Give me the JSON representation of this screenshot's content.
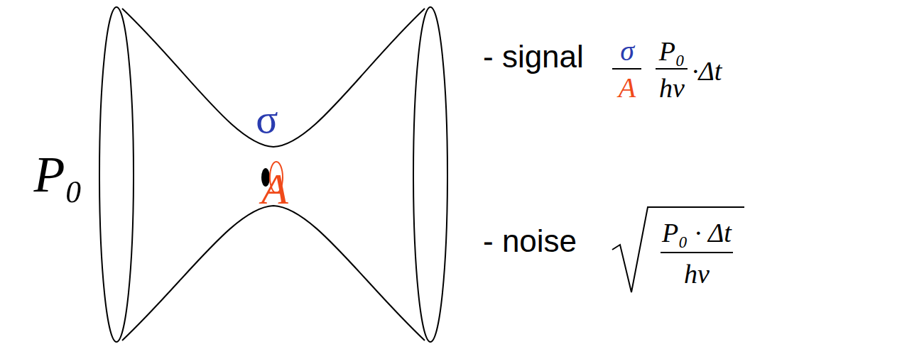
{
  "diagram": {
    "labels": [
      "P₀",
      "σ",
      "A",
      "- signal",
      "σ",
      "A",
      "P₀",
      "hν",
      "·Δt",
      "- noise",
      "P₀ · Δt",
      "hν"
    ]
  }
}
